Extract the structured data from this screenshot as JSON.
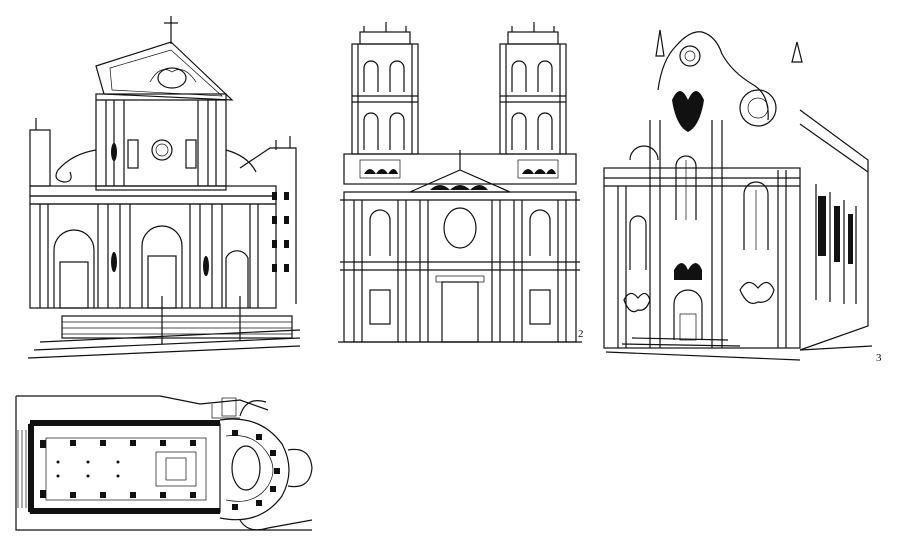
{
  "figures": [
    {
      "id": "fig-1",
      "label": ""
    },
    {
      "id": "fig-2",
      "label": "2"
    },
    {
      "id": "fig-3",
      "label": "3"
    },
    {
      "id": "fig-plan",
      "label": ""
    }
  ],
  "colors": {
    "ink": "#111111",
    "paper": "#ffffff"
  }
}
